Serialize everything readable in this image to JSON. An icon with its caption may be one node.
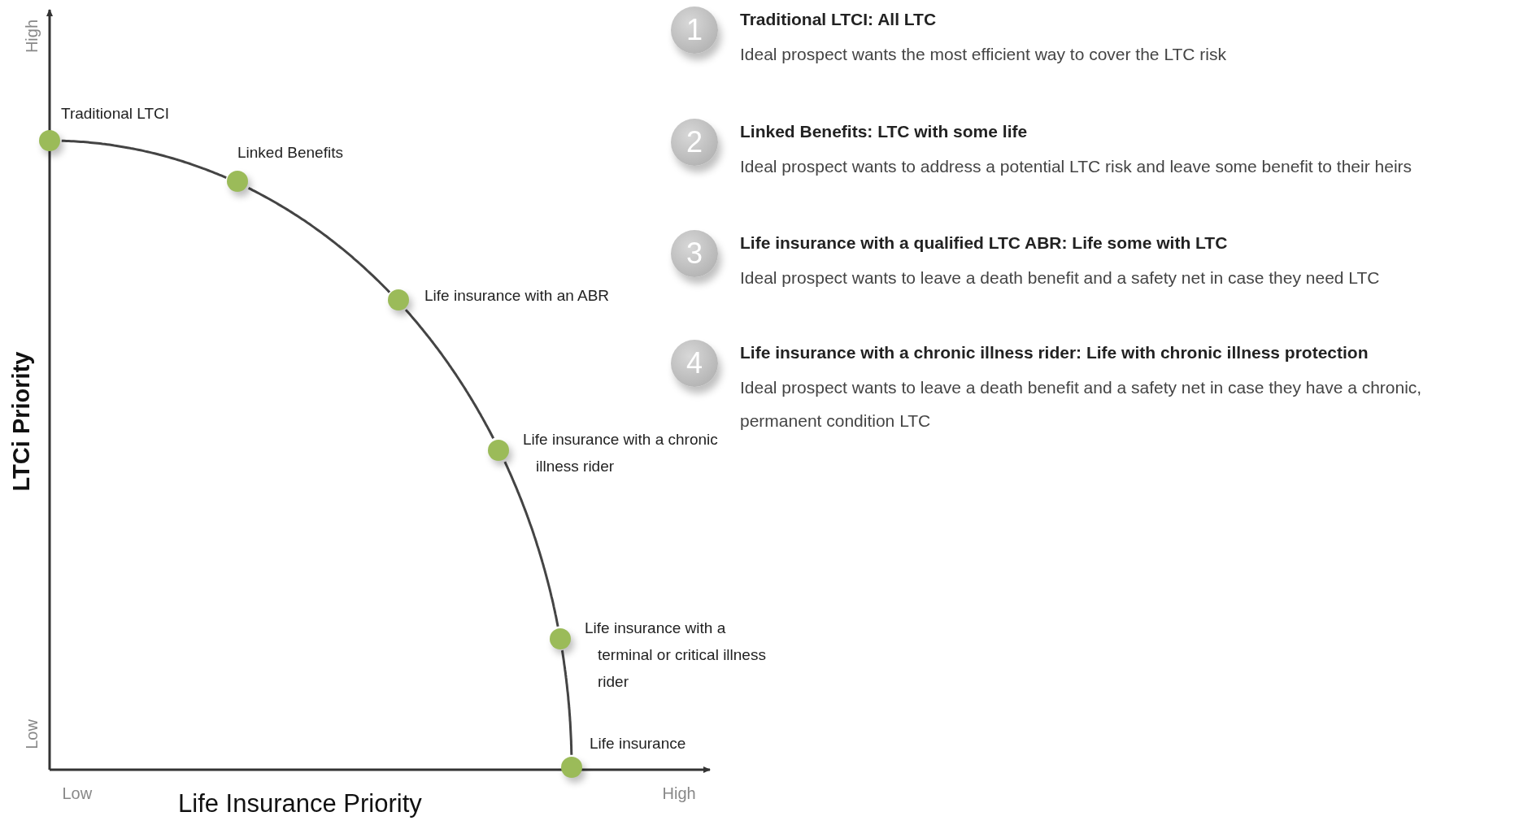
{
  "diagram": {
    "nodes": [
      {
        "text": [
          "Traditional LTCI"
        ]
      },
      {
        "text": [
          "Linked Benefits"
        ]
      },
      {
        "text": [
          "Life insurance with an ABR"
        ]
      },
      {
        "text": [
          "Life insurance with a chronic illness rider"
        ]
      },
      {
        "text": [
          "Life insurance with a terminal or critical illness rider"
        ]
      },
      {
        "text": [
          "Life insurance"
        ]
      },
      {
        "text": [
          "1"
        ],
        "beside": [
          "Traditional LTCI: All LTC",
          "Ideal prospect wants the most efficient way to cover the LTC risk"
        ]
      },
      {
        "text": [
          "2"
        ],
        "beside": [
          "Linked Benefits: LTC with some life",
          "Ideal prospect wants to address a potential LTC risk and leave some benefit to their heirs"
        ]
      },
      {
        "text": [
          "3"
        ],
        "beside": [
          "Life insurance with a qualified LTC ABR: Life some with LTC",
          "Ideal prospect wants to leave a death benefit and a safety net in case they need LTC"
        ]
      },
      {
        "text": [
          "4"
        ],
        "beside": [
          "Life insurance with a chronic illness rider: Life with chronic illness protection",
          "Ideal prospect wants to leave a death benefit and a safety net in case they have a chronic, permanent condition LTC"
        ]
      }
    ],
    "edges": [
      {
        "from": 0,
        "to": 1,
        "arrow": "none"
      },
      {
        "from": 1,
        "to": 2,
        "arrow": "none"
      },
      {
        "from": 2,
        "to": 3,
        "arrow": "none"
      },
      {
        "from": 3,
        "to": 4,
        "arrow": "none"
      },
      {
        "from": 4,
        "to": 5,
        "arrow": "none"
      }
    ],
    "labels": [
      "High",
      "Low",
      "LTCi Priority",
      "Low",
      "Life Insurance Priority",
      "High"
    ]
  }
}
